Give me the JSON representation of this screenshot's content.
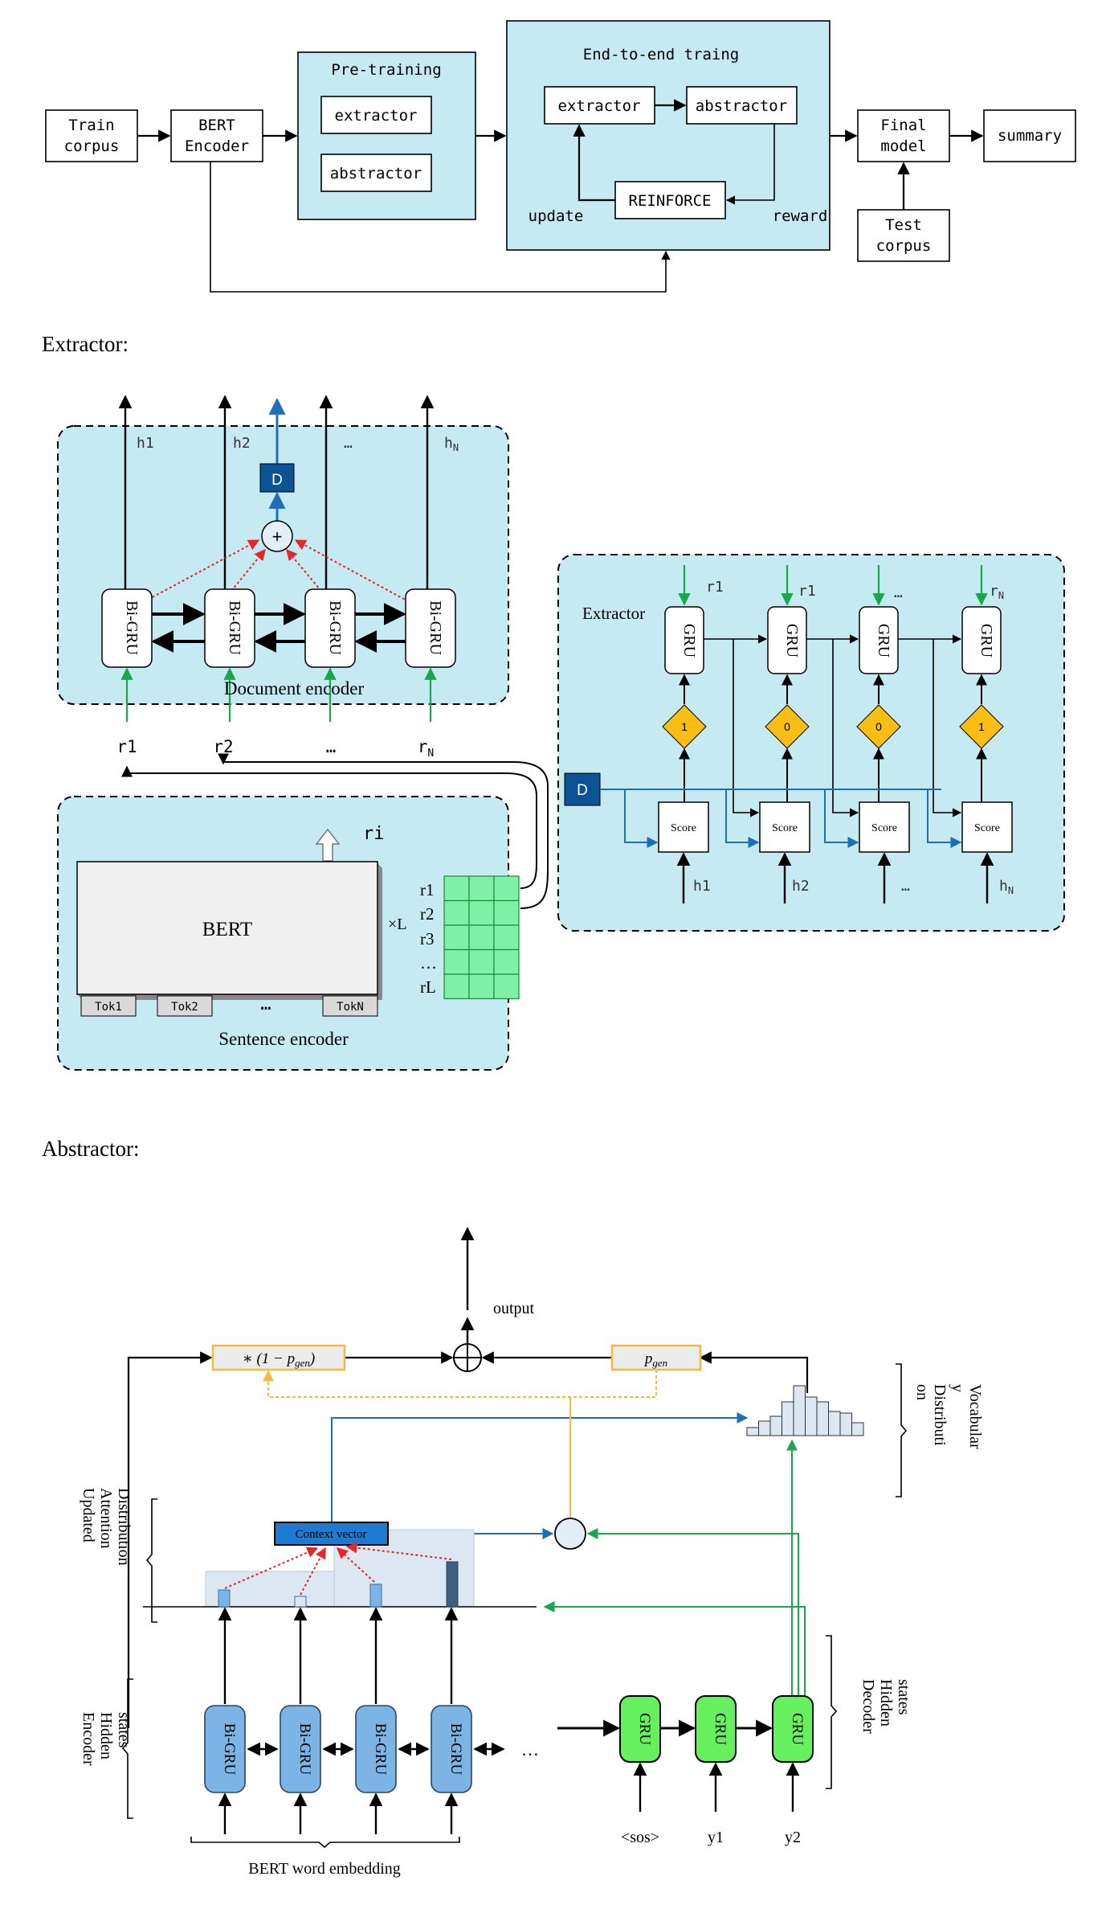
{
  "pipeline": {
    "train_corpus": [
      "Train",
      "corpus"
    ],
    "bert_encoder": [
      "BERT",
      "Encoder"
    ],
    "pretraining_title": "Pre-training",
    "pre_extractor": "extractor",
    "pre_abstractor": "abstractor",
    "e2e_title": "End-to-end traing",
    "e2e_extractor": "extractor",
    "e2e_abstractor": "abstractor",
    "reinforce": "REINFORCE",
    "update": "update",
    "reward": "reward",
    "final_model": [
      "Final",
      "model"
    ],
    "summary": "summary",
    "test_corpus": [
      "Test",
      "corpus"
    ]
  },
  "extractor_section": {
    "heading": "Extractor:",
    "doc_encoder": {
      "h_labels": [
        "h1",
        "h2",
        "…",
        "h",
        "N"
      ],
      "d_label": "D",
      "plus": "+",
      "bigru": [
        "Bi-",
        "GRU"
      ],
      "caption": "Document encoder"
    },
    "r_labels": [
      "r1",
      "r2",
      "…",
      "r",
      "N"
    ],
    "sentence_encoder": {
      "ri": "ri",
      "bert": "BERT",
      "xl": "×L",
      "tokens": [
        "Tok1",
        "Tok2",
        "…",
        "TokN"
      ],
      "matrix_labels": [
        "r1",
        "r2",
        "r3",
        "…",
        "rL"
      ],
      "caption": "Sentence encoder"
    },
    "selector": {
      "title": "Extractor",
      "gru": "GRU",
      "r_top": [
        "r1",
        "r1",
        "…",
        "r",
        "N"
      ],
      "diamonds": [
        "1",
        "0",
        "0",
        "1"
      ],
      "d_label": "D",
      "score": "Score",
      "h_bottom": [
        "h1",
        "h2",
        "…",
        "h",
        "N"
      ]
    }
  },
  "abstractor_section": {
    "heading": "Abstractor:",
    "output": "output",
    "one_minus_pgen": "∗ (1 − p",
    "gen_sub": "gen",
    "close_paren": ")",
    "pgen": "p",
    "vocab_label": [
      "Vocabular",
      "y",
      "Distributi",
      "on"
    ],
    "attention_label": [
      "Updated",
      "Attention",
      "Distribution"
    ],
    "context_vector": "Context vector",
    "encoder_label": [
      "Encoder",
      "Hidden",
      "states"
    ],
    "decoder_label": [
      "Decoder",
      "Hidden",
      "states"
    ],
    "bigru": [
      "Bi-",
      "GRU"
    ],
    "gru": "GRU",
    "dots": "…",
    "dec_inputs": [
      "<sos>",
      "y1",
      "y2"
    ],
    "embedding": "BERT word embedding"
  },
  "colors": {
    "panel": "#c6eaf1",
    "green_arrow": "#1aa64a",
    "red_dotted": "#e8262a",
    "blue_arrow": "#1f6fb8",
    "d_box": "#0b5394",
    "diamond": "#f9bd13",
    "matrix": "#7ff0a6",
    "gru_green": "#66f05e",
    "bigru_blue": "#7cb4e6",
    "yellow_box": "#f6b93b"
  }
}
